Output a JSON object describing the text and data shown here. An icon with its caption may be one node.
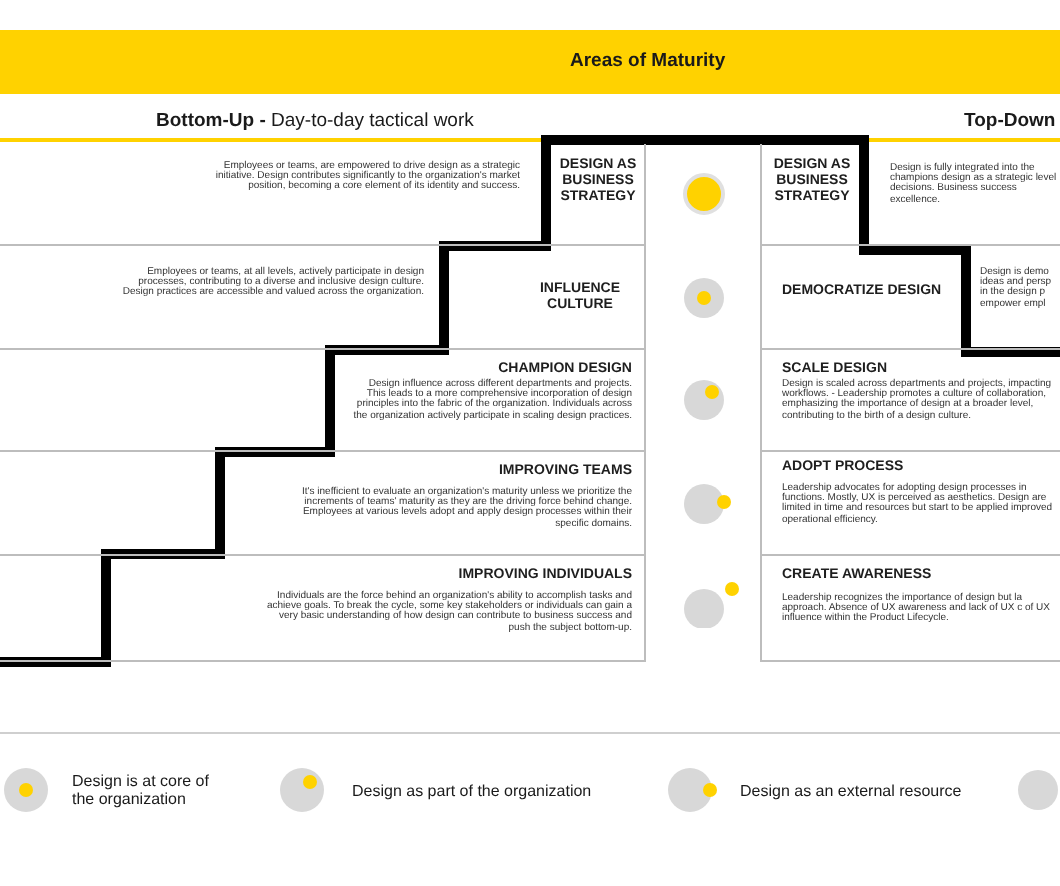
{
  "diagram": {
    "title": "Areas of Maturity",
    "nodes": [
      {
        "text": [
          "Employees or teams, are empowered to drive design as a strategic initiative. Design contributes significantly to the organization's market position, becoming a core element of its identity and success.",
          "DESIGN AS BUSINESS STRATEGY"
        ]
      },
      {
        "text": [
          "Employees or teams, at all levels, actively participate in design processes, contributing to a diverse and inclusive design culture. Design practices are accessible and valued across the organization.",
          "INFLUENCE CULTURE"
        ]
      },
      {
        "text": [
          "CHAMPION DESIGN",
          "Design influence across different departments and projects. This leads to a more comprehensive incorporation of design principles into the fabric of the organization. Individuals across the organization actively participate in scaling design practices."
        ]
      },
      {
        "text": [
          "IMPROVING TEAMS",
          "It's inefficient to evaluate an organization's maturity unless we prioritize the increments of teams' maturity as they are the driving force behind change. Employees at various levels adopt and apply design processes within their specific domains."
        ]
      },
      {
        "text": [
          "IMPROVING INDIVIDUALS",
          "Individuals are the force behind an organization's ability to accomplish tasks and achieve goals. To break the cycle, some key stakeholders or individuals can gain a very basic understanding of how design can contribute to business success and push the subject bottom-up."
        ]
      },
      {
        "text": [
          "DESIGN AS BUSINESS STRATEGY",
          "Design is fully integrated into the champions design as a strategic level decisions. Business success excellence."
        ]
      },
      {
        "text": [
          "DEMOCRATIZE DESIGN",
          "Design is demo ideas and persp in the design p empower empl"
        ]
      },
      {
        "text": [
          "SCALE DESIGN",
          "Design is scaled across departments and projects, impacting workflows. - Leadership promotes a culture of collaboration, emphasizing the importance of design at a broader level, contributing to the birth of a design culture."
        ]
      },
      {
        "text": [
          "ADOPT PROCESS",
          "Leadership advocates for adopting design processes in functions. Mostly, UX is perceived as aesthetics. Design are limited in time and resources but start to be applied improved operational efficiency."
        ]
      },
      {
        "text": [
          "CREATE AWARENESS",
          "Leadership recognizes the importance of design but la approach. Absence of UX awareness and lack of UX c of UX influence within the Product Lifecycle."
        ]
      }
    ],
    "labels": [
      "**Bottom-Up -** Day-to-day tactical work",
      "Top-Down"
    ],
    "legend": [
      {
        "text": "Design is at core of the organization"
      },
      {
        "text": "Design as part of the organization"
      },
      {
        "text": "Design as an external resource"
      }
    ]
  }
}
